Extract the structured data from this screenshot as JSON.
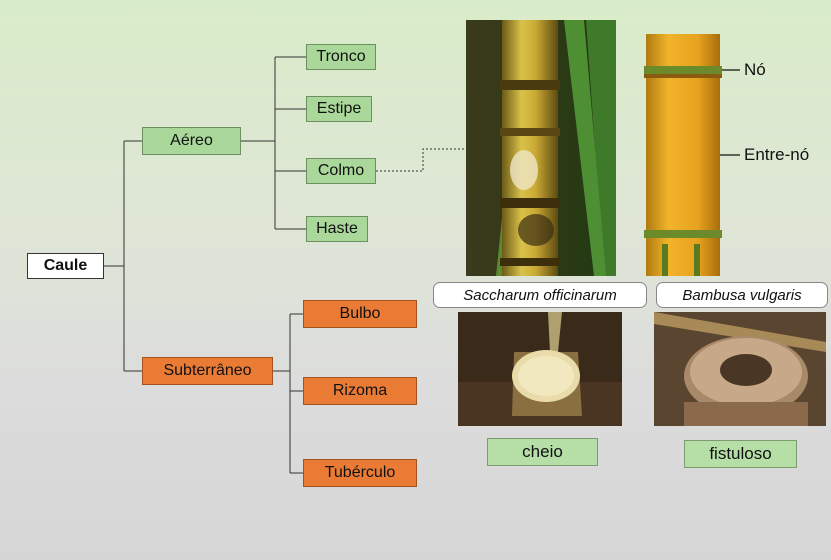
{
  "tree": {
    "root": "Caule",
    "aereo": "Aéreo",
    "subterraneo": "Subterrâneo",
    "aereo_items": [
      "Tronco",
      "Estipe",
      "Colmo",
      "Haste"
    ],
    "subterraneo_items": [
      "Bulbo",
      "Rizoma",
      "Tubérculo"
    ]
  },
  "photos": {
    "sugarcane_species": "Saccharum officinarum",
    "bamboo_species": "Bambusa vulgaris",
    "node_label": "Nó",
    "internode_label": "Entre-nó",
    "cheio_label": "cheio",
    "fistuloso_label": "fistuloso"
  },
  "colors": {
    "green_box": "#a9d89a",
    "orange_box": "#ea7b35",
    "root_box": "#ffffff",
    "background_top": "#d9ecc9",
    "background_bottom": "#d6d6d6"
  }
}
